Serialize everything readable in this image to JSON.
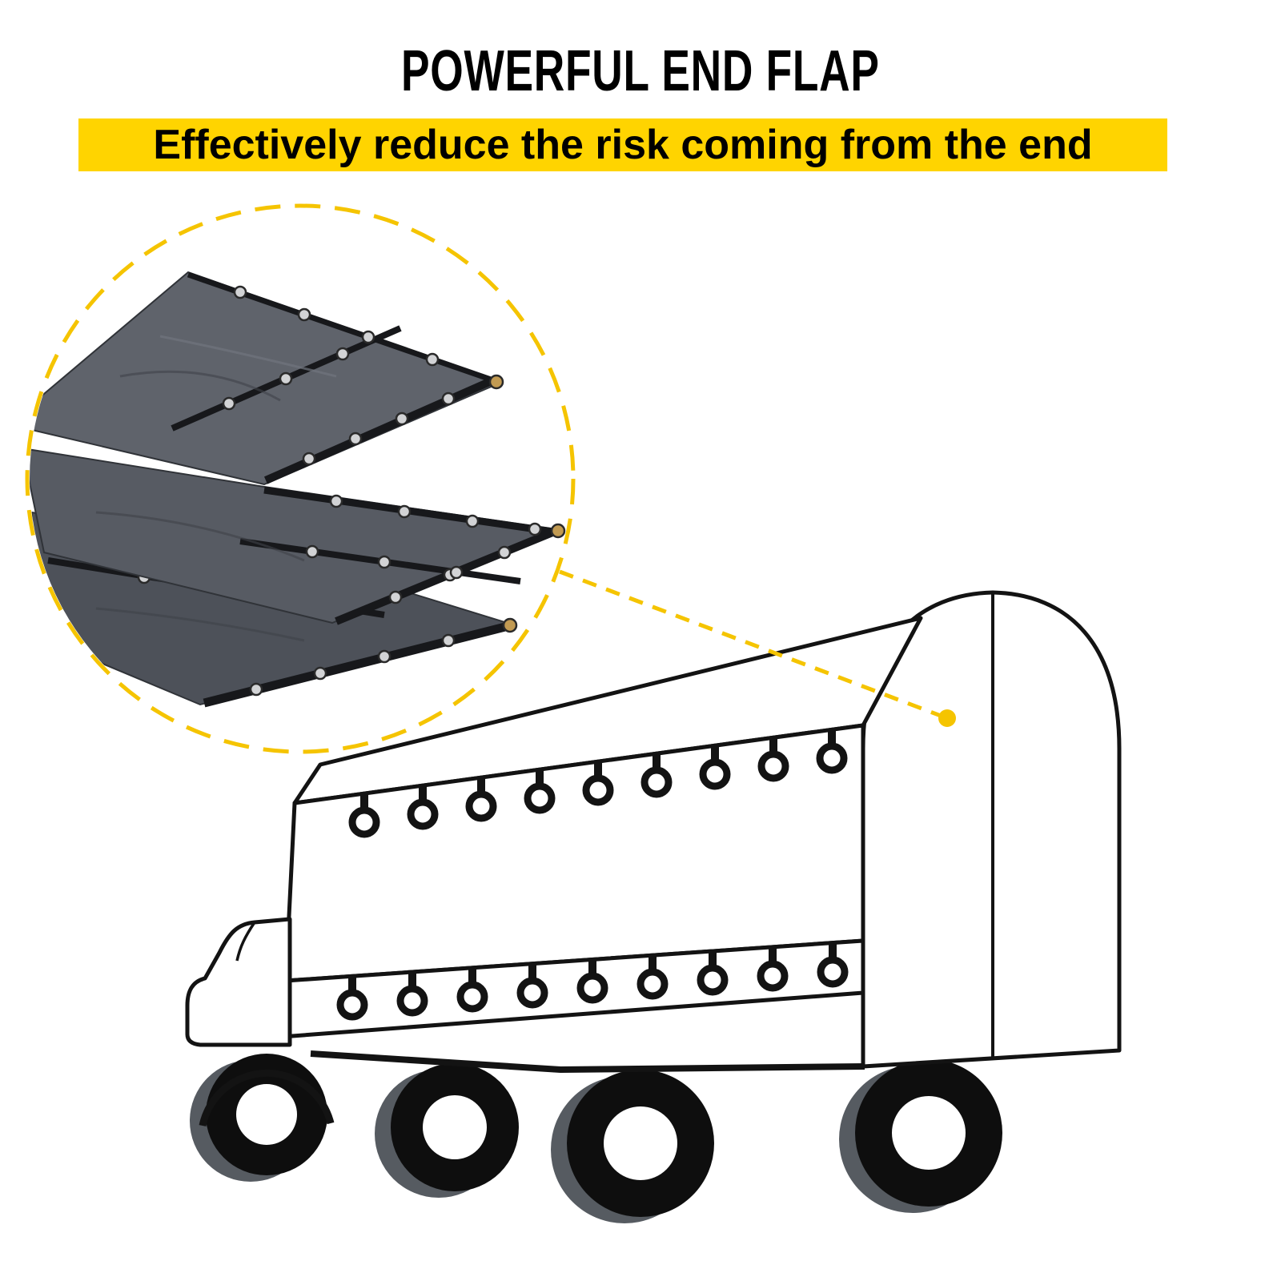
{
  "header": {
    "title": "POWERFUL END FLAP",
    "subtitle": "Effectively reduce the risk coming from the end",
    "highlight_color": "#FFD400"
  },
  "callout": {
    "type": "zoom-circle",
    "border_style": "dashed",
    "border_color": "#F5C400",
    "content": "folded dark-gray tarp end flap with black hem strips and grommets"
  },
  "connector": {
    "style": "dashed-line-with-dot",
    "color": "#F5C400"
  },
  "illustration": {
    "subject": "covered truck line drawing",
    "tie_down_rings_top_row": 9,
    "tie_down_rings_bottom_row": 9,
    "wheel_count": 4,
    "tarp_gray": "#575b63",
    "outline_black": "#131313"
  }
}
